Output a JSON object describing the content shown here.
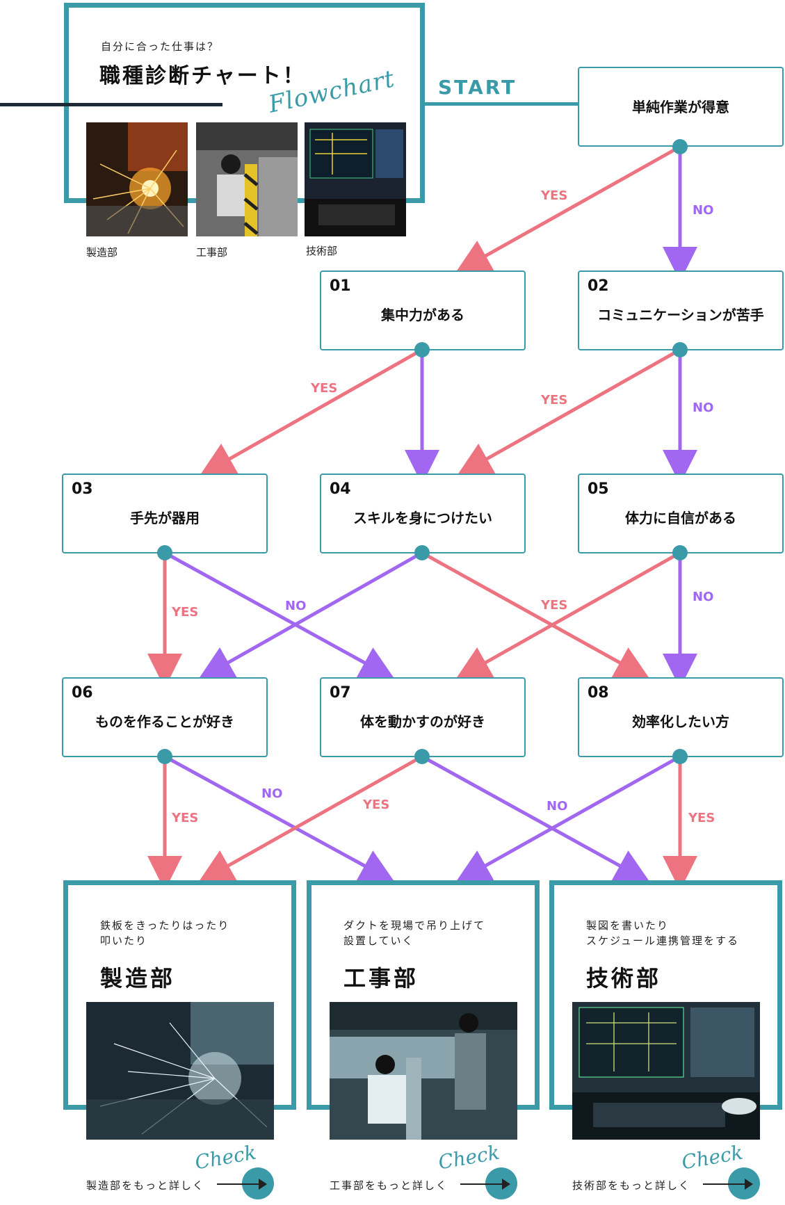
{
  "header": {
    "subtitle": "自分に合った仕事は？",
    "title": "職種診断チャート！",
    "script_text": "Flowchart",
    "thumbnails": [
      {
        "caption": "製造部"
      },
      {
        "caption": "工事部"
      },
      {
        "caption": "技術部"
      }
    ]
  },
  "start": {
    "label": "START",
    "question": "単純作業が得意"
  },
  "questions": [
    {
      "num": "01",
      "text": "集中力がある"
    },
    {
      "num": "02",
      "text": "コミュニケーションが苦手"
    },
    {
      "num": "03",
      "text": "手先が器用"
    },
    {
      "num": "04",
      "text": "スキルを身につけたい"
    },
    {
      "num": "05",
      "text": "体力に自信がある"
    },
    {
      "num": "06",
      "text": "ものを作ることが好き"
    },
    {
      "num": "07",
      "text": "体を動かすのが好き"
    },
    {
      "num": "08",
      "text": "効率化したい方"
    }
  ],
  "labels": {
    "yes": "YES",
    "no": "NO"
  },
  "results": [
    {
      "desc": [
        "鉄板をきったりはったり",
        "叩いたり"
      ],
      "title": "製造部",
      "check": "Check",
      "more": "製造部をもっと詳しく"
    },
    {
      "desc": [
        "ダクトを現場で吊り上げて",
        "設置していく"
      ],
      "title": "工事部",
      "check": "Check",
      "more": "工事部をもっと詳しく"
    },
    {
      "desc": [
        "製図を書いたり",
        "スケジュール連携管理をする"
      ],
      "title": "技術部",
      "check": "Check",
      "more": "技術部をもっと詳しく"
    }
  ],
  "colors": {
    "accent": "#3a9aa8",
    "yes": "#ee7381",
    "no": "#a167f0",
    "dark": "#1e2a38"
  }
}
